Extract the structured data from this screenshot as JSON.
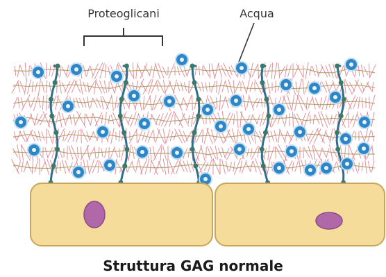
{
  "diagram": {
    "labels": {
      "proteoglycans": "Proteoglicani",
      "water": "Acqua"
    },
    "caption": "Struttura GAG normale",
    "colors": {
      "cell_fill": "#f5dc9a",
      "cell_stroke": "#c9a45a",
      "nucleus_fill": "#b068a8",
      "nucleus_stroke": "#8a4a86",
      "strand": "#2f6e8e",
      "fiber": "#d96d78",
      "node": "#3a7a6a",
      "water_fill": "#2f86c7",
      "water_ring": "#bfe0f5"
    },
    "icons": [
      "cell",
      "nucleus",
      "proteoglycan-strand",
      "water-molecule"
    ]
  }
}
